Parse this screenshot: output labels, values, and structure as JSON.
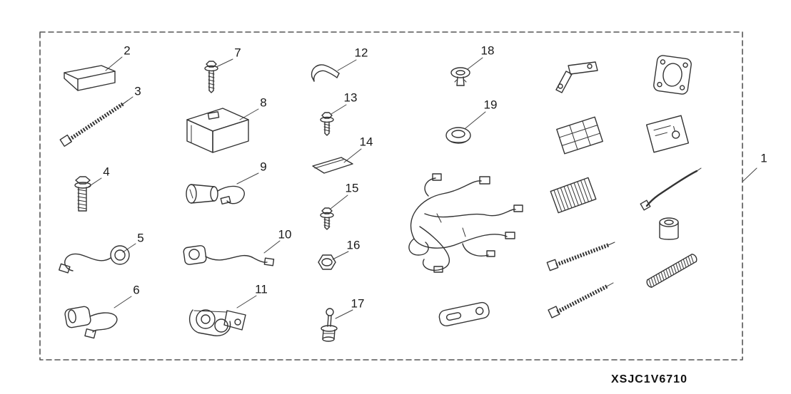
{
  "diagram": {
    "type": "accessory-parts-diagram",
    "code": "XSJC1V6710",
    "callouts": {
      "n1": "1",
      "n2": "2",
      "n3": "3",
      "n4": "4",
      "n5": "5",
      "n6": "6",
      "n7": "7",
      "n8": "8",
      "n9": "9",
      "n10": "10",
      "n11": "11",
      "n12": "12",
      "n13": "13",
      "n14": "14",
      "n15": "15",
      "n16": "16",
      "n17": "17",
      "n18": "18",
      "n19": "19"
    },
    "parts": [
      {
        "callout": "1",
        "name": "accessory-kit-boundary"
      },
      {
        "callout": "2",
        "name": "instruction-booklet"
      },
      {
        "callout": "3",
        "name": "wire-tie-strap"
      },
      {
        "callout": "4",
        "name": "flange-bolt"
      },
      {
        "callout": "5",
        "name": "socket-with-harness"
      },
      {
        "callout": "6",
        "name": "cylinder-socket-with-harness"
      },
      {
        "callout": "7",
        "name": "flange-screw"
      },
      {
        "callout": "8",
        "name": "control-unit"
      },
      {
        "callout": "9",
        "name": "lock-cylinder-with-pigtail"
      },
      {
        "callout": "10",
        "name": "socket-with-lead-wire"
      },
      {
        "callout": "11",
        "name": "actuator-assembly"
      },
      {
        "callout": "12",
        "name": "spring-clip"
      },
      {
        "callout": "13",
        "name": "tapping-screw"
      },
      {
        "callout": "14",
        "name": "cushion-pad"
      },
      {
        "callout": "15",
        "name": "tapping-screw"
      },
      {
        "callout": "16",
        "name": "flange-nut"
      },
      {
        "callout": "17",
        "name": "pin-switch"
      },
      {
        "callout": "18",
        "name": "push-clip"
      },
      {
        "callout": "19",
        "name": "grommet"
      }
    ],
    "unnumbered_parts": [
      "wire-harness",
      "mounting-bracket",
      "template-grid-sheet",
      "foam-pad",
      "cable-tie",
      "cable-tie",
      "plate-bracket",
      "gasket-plate",
      "marking-sheet",
      "long-cable-tie",
      "cap-nut",
      "threaded-rod"
    ]
  }
}
